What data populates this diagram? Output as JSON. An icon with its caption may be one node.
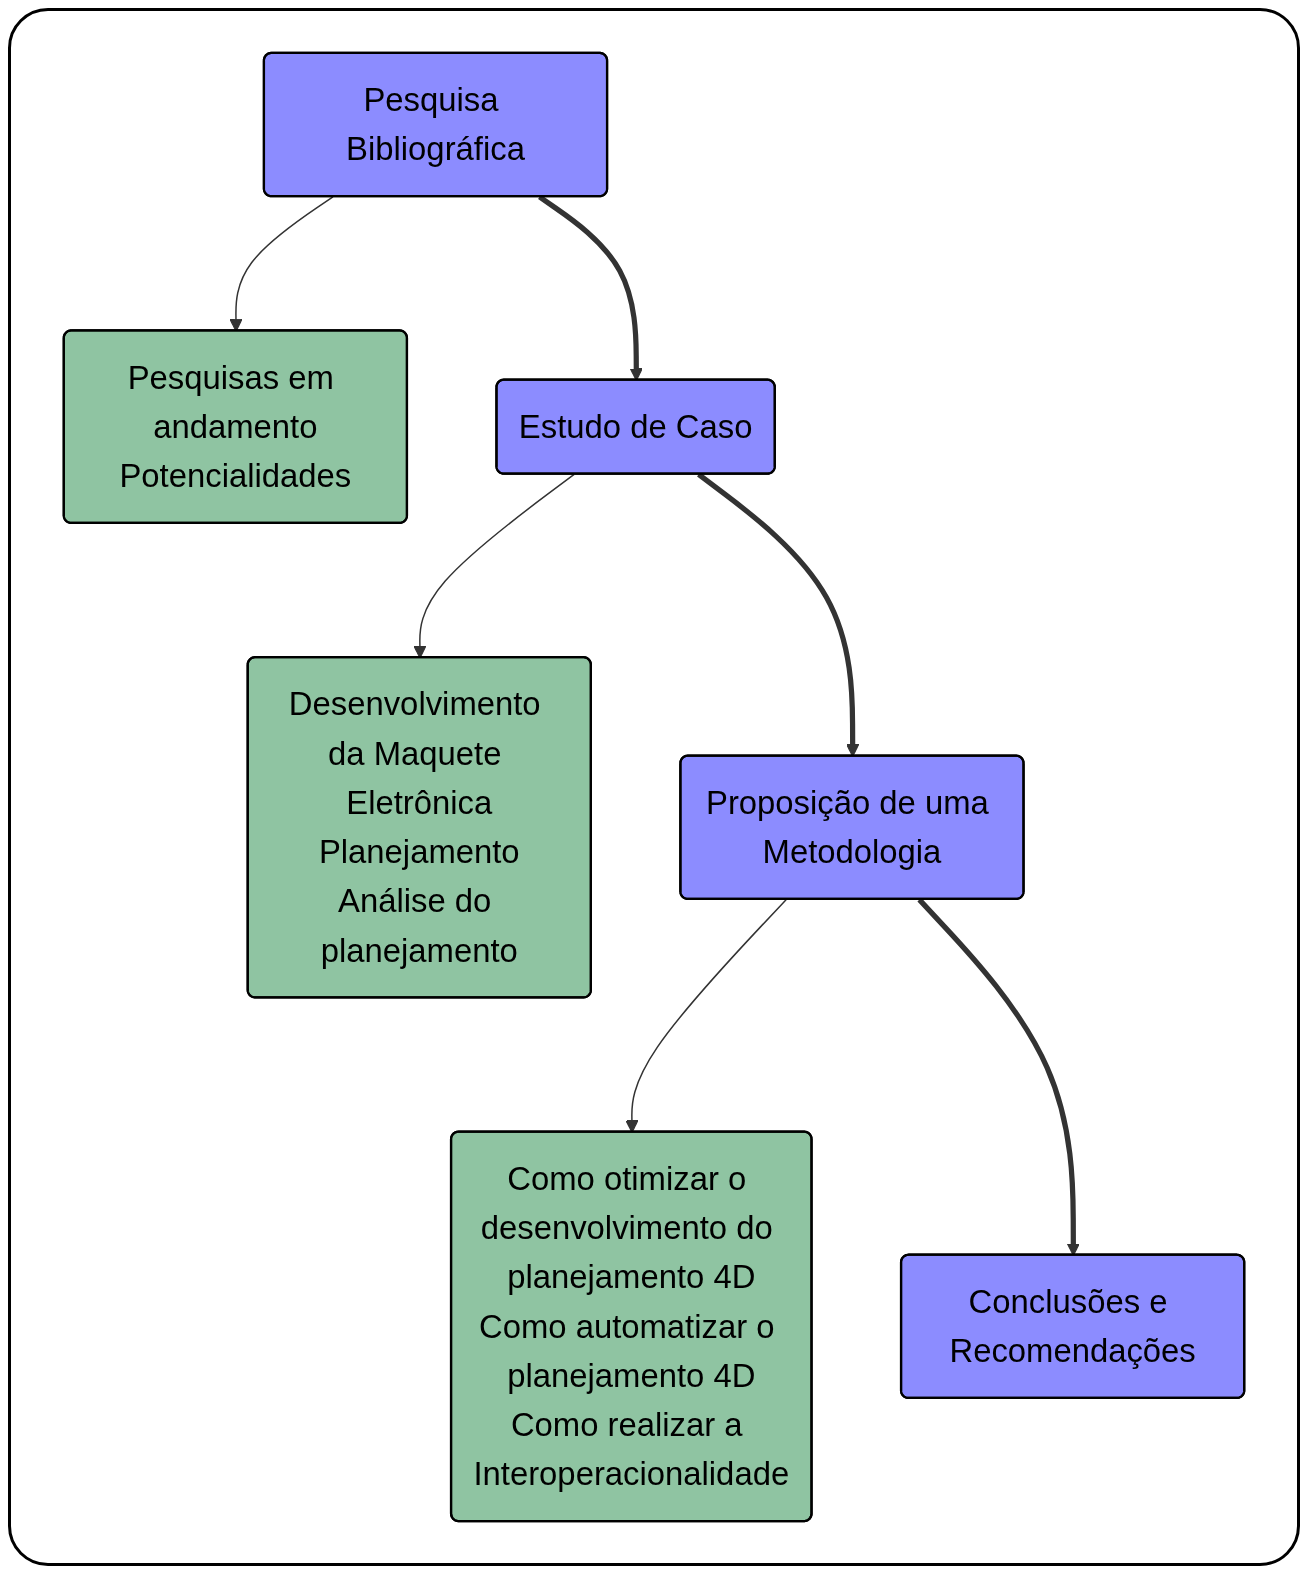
{
  "diagram": {
    "nodes": [
      {
        "text": [
          "Pesquisa Bibliográfica"
        ]
      },
      {
        "text": [
          "Pesquisas em andamento",
          "Potencialidades"
        ]
      },
      {
        "text": [
          "Estudo de Caso"
        ]
      },
      {
        "text": [
          "Desenvolvimento da Maquete Eletrônica",
          "Planejamento",
          "Análise do planejamento"
        ]
      },
      {
        "text": [
          "Proposição de uma Metodologia"
        ]
      },
      {
        "text": [
          "Como otimizar o desenvolvimento do planejamento 4D",
          "Como automatizar o planejamento 4D",
          "Como realizar a Interoperacionalidade"
        ]
      },
      {
        "text": [
          "Conclusões e Recomendações"
        ]
      }
    ],
    "edges": [
      {
        "from": 0,
        "to": 1,
        "arrow": "to"
      },
      {
        "from": 0,
        "to": 2,
        "arrow": "to",
        "style": "thick"
      },
      {
        "from": 2,
        "to": 3,
        "arrow": "to"
      },
      {
        "from": 2,
        "to": 4,
        "arrow": "to",
        "style": "thick"
      },
      {
        "from": 4,
        "to": 5,
        "arrow": "to"
      },
      {
        "from": 4,
        "to": 6,
        "arrow": "to",
        "style": "thick"
      }
    ]
  }
}
